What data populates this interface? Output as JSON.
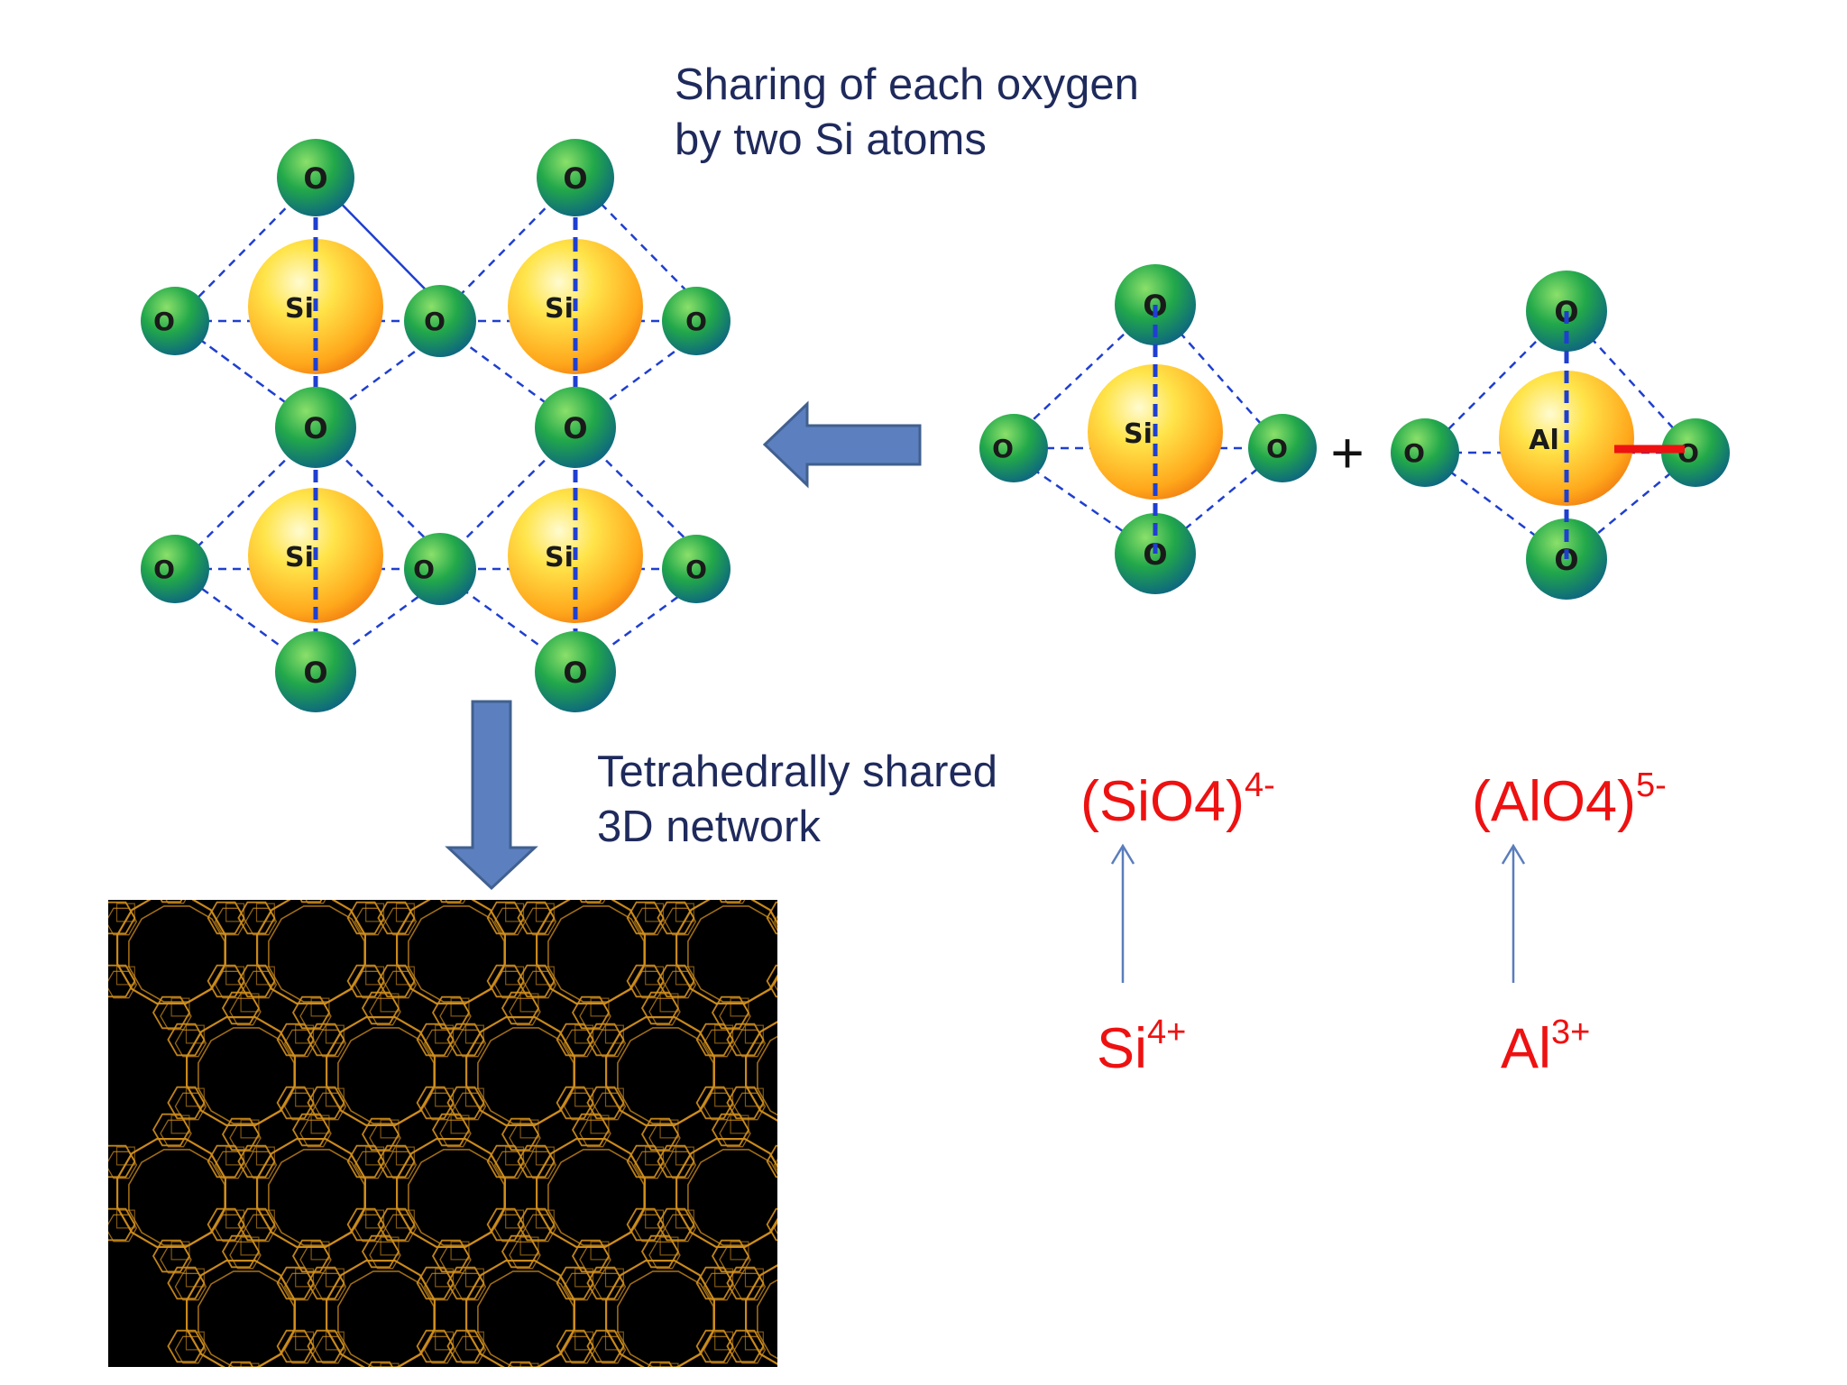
{
  "captions": {
    "sharing": [
      "Sharing of each oxygen",
      "by two Si atoms"
    ],
    "network": [
      "Tetrahedrally shared",
      "3D network"
    ]
  },
  "atoms": {
    "oxygen": "O",
    "silicon": "Si",
    "aluminum": "Al"
  },
  "plus_sign": "+",
  "formulas": {
    "sio4": {
      "base": "(SiO4)",
      "charge": "4-"
    },
    "alo4": {
      "base": "(AlO4)",
      "charge": "5-"
    }
  },
  "ions": {
    "si": {
      "base": "Si",
      "charge": "4+"
    },
    "al": {
      "base": "Al",
      "charge": "3+"
    }
  },
  "colors": {
    "oxygen": "#1a9a4a",
    "silicon": "#ffb020",
    "bond": "#1f3fd0",
    "block_arrow": "#5b7fbf",
    "formula": "#ee1111",
    "caption": "#1f2a5c",
    "framework": "#d4901c"
  }
}
